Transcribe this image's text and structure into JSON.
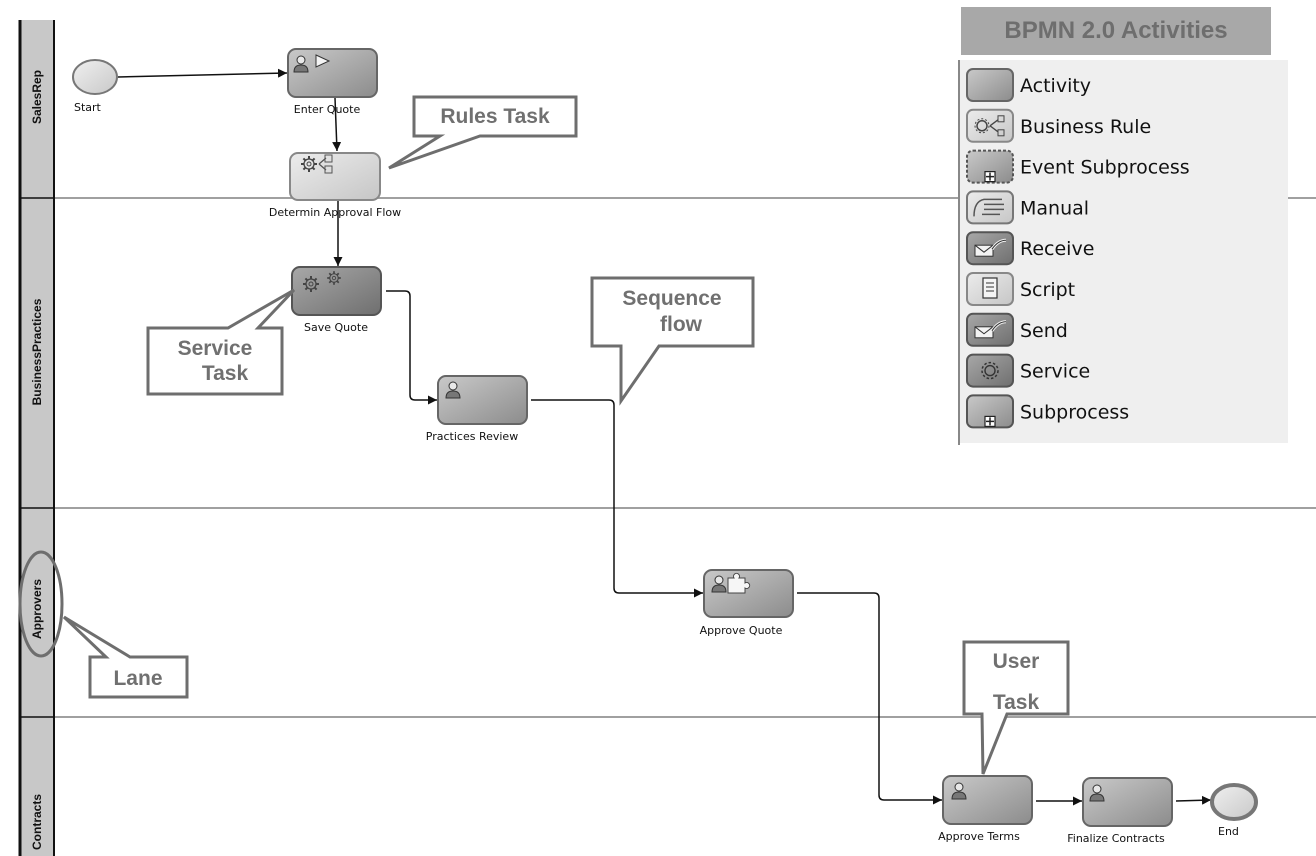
{
  "lanes": [
    {
      "id": "salesrep",
      "label": "SalesRep"
    },
    {
      "id": "businesspractices",
      "label": "BusinessPractices"
    },
    {
      "id": "approvers",
      "label": "Approvers"
    },
    {
      "id": "contracts",
      "label": "Contracts"
    }
  ],
  "events": {
    "start": {
      "label": "Start",
      "type": "start-event"
    },
    "end": {
      "label": "End",
      "type": "end-event"
    }
  },
  "tasks": [
    {
      "id": "enter-quote",
      "label": "Enter Quote",
      "type": "user-initiator",
      "icon": "user-play-icon",
      "lane": "SalesRep"
    },
    {
      "id": "determin-approval-flow",
      "label": "Determin Approval Flow",
      "type": "business-rule",
      "icon": "business-rule-icon",
      "lane": "SalesRep"
    },
    {
      "id": "save-quote",
      "label": "Save Quote",
      "type": "service",
      "icon": "gears-icon",
      "lane": "BusinessPractices"
    },
    {
      "id": "practices-review",
      "label": "Practices Review",
      "type": "user",
      "icon": "user-icon",
      "lane": "BusinessPractices"
    },
    {
      "id": "approve-quote",
      "label": "Approve Quote",
      "type": "user-approval",
      "icon": "user-puzzle-icon",
      "lane": "Approvers"
    },
    {
      "id": "approve-terms",
      "label": "Approve Terms",
      "type": "user",
      "icon": "user-icon",
      "lane": "Contracts"
    },
    {
      "id": "finalize-contracts",
      "label": "Finalize Contracts",
      "type": "user",
      "icon": "user-icon",
      "lane": "Contracts"
    }
  ],
  "flows": [
    [
      "Start",
      "Enter Quote"
    ],
    [
      "Enter Quote",
      "Determin Approval Flow"
    ],
    [
      "Determin Approval Flow",
      "Save Quote"
    ],
    [
      "Save Quote",
      "Practices Review"
    ],
    [
      "Practices Review",
      "Approve Quote"
    ],
    [
      "Approve Quote",
      "Approve Terms"
    ],
    [
      "Approve Terms",
      "Finalize Contracts"
    ],
    [
      "Finalize Contracts",
      "End"
    ]
  ],
  "callouts": {
    "rules_task": "Rules Task",
    "service_task_1": "Service",
    "service_task_2": "Task",
    "sequence_flow_1": "Sequence",
    "sequence_flow_2": "flow",
    "user_task_1": "User",
    "user_task_2": "Task",
    "lane": "Lane"
  },
  "legend": {
    "title": "BPMN 2.0 Activities",
    "items": [
      {
        "label": "Activity",
        "icon": "activity-icon"
      },
      {
        "label": "Business Rule",
        "icon": "business-rule-icon"
      },
      {
        "label": "Event Subprocess",
        "icon": "event-subprocess-icon"
      },
      {
        "label": "Manual",
        "icon": "manual-hand-icon"
      },
      {
        "label": "Receive",
        "icon": "receive-envelope-icon"
      },
      {
        "label": "Script",
        "icon": "script-scroll-icon"
      },
      {
        "label": "Send",
        "icon": "send-envelope-icon"
      },
      {
        "label": "Service",
        "icon": "service-gear-icon"
      },
      {
        "label": "Subprocess",
        "icon": "subprocess-icon"
      }
    ]
  },
  "colors": {
    "lane_header": "#c8c8c8",
    "callout_border": "#6e6e6e",
    "legend_title_bg": "#a8a8a8",
    "legend_bg": "#efefef",
    "task_dark": "#8a8a8a",
    "task_light": "#dcdcdc"
  }
}
